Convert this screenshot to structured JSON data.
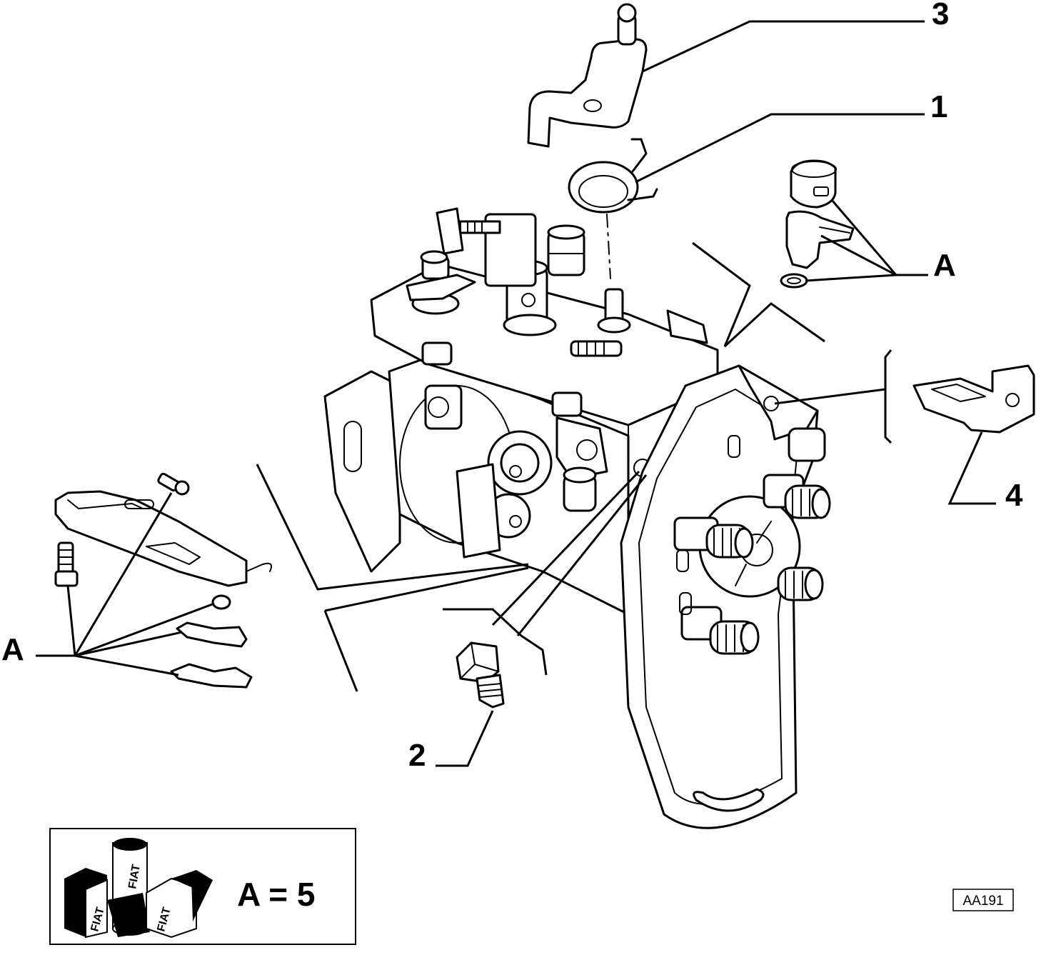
{
  "callouts": {
    "part_1": "1",
    "part_2": "2",
    "part_3": "3",
    "part_4": "4",
    "group_a_right": "A",
    "group_a_left": "A"
  },
  "kit_box": {
    "equation": "A = 5",
    "brand": "FIAT"
  },
  "reference_code": "AA191",
  "icons": [
    "injection-pump-icon",
    "fiat-kit-icon"
  ]
}
